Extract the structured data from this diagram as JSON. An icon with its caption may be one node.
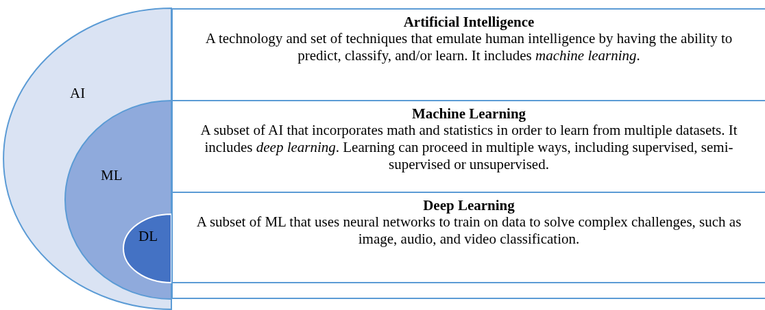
{
  "diagram": {
    "nodes": [
      {
        "text": [
          "AI"
        ]
      },
      {
        "text": [
          "ML"
        ],
        "in": 0
      },
      {
        "text": [
          "DL"
        ],
        "in": 1
      },
      {
        "text": [
          "Artificial Intelligence",
          "A technology and set of techniques that emulate human intelligence by having the ability to predict, classify, and/or learn. It includes *machine learning*."
        ]
      },
      {
        "text": [
          "Machine Learning",
          "A subset of AI that incorporates math and statistics in order to learn from multiple datasets. It includes *deep learning*. Learning can proceed in multiple ways, including supervised, semi-supervised or unsupervised."
        ]
      },
      {
        "text": [
          "Deep Learning",
          "A subset of ML that uses neural networks to train on data to solve complex challenges, such as image, audio, and video classification."
        ]
      },
      {
        "text": [],
        "shape": "box"
      }
    ],
    "edges": []
  }
}
